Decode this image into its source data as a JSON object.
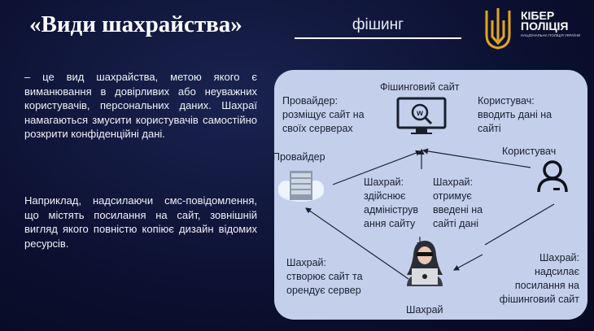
{
  "header": {
    "title": "«Види шахрайства»",
    "subtitle": "фішинг",
    "logo_text": "КІБЕР ПОЛІЦІЯ",
    "logo_sub": "НАЦІОНАЛЬНА ПОЛІЦІЯ УКРАЇНИ"
  },
  "text": {
    "definition": "– це вид шахрайства, метою якого є виманювання в довірливих або неуважних користувачів, персональних даних. Шахраї намагаються змусити користувачів самостійно розкрити конфіденційні дані.",
    "example": "Наприклад, надсилаючи смс-повідомлення, що містять посилання на сайт, зовнішній вигляд якого повністю копіює дизайн відомих ресурсів."
  },
  "diagram": {
    "site_label": "Фішинговий сайт",
    "provider_label": "Провайдер",
    "user_label": "Користувач",
    "fraud_label": "Шахрай",
    "provider_action": "Провайдер:\nрозміщує сайт на\nсвоїх серверах",
    "user_action": "Користувач:\nвводить дані на\nсайті",
    "fraud_admin": "Шахрай:\nздійснює\nадмініструв\nання сайту",
    "fraud_receive": "Шахрай:\nотримує\nвведені на\nсайті дані",
    "fraud_create": "Шахрай:\nстворює сайт та\nорендує сервер",
    "fraud_send": "Шахрай:\nнадсилає\nпосилання на\nфішинговий сайт"
  }
}
